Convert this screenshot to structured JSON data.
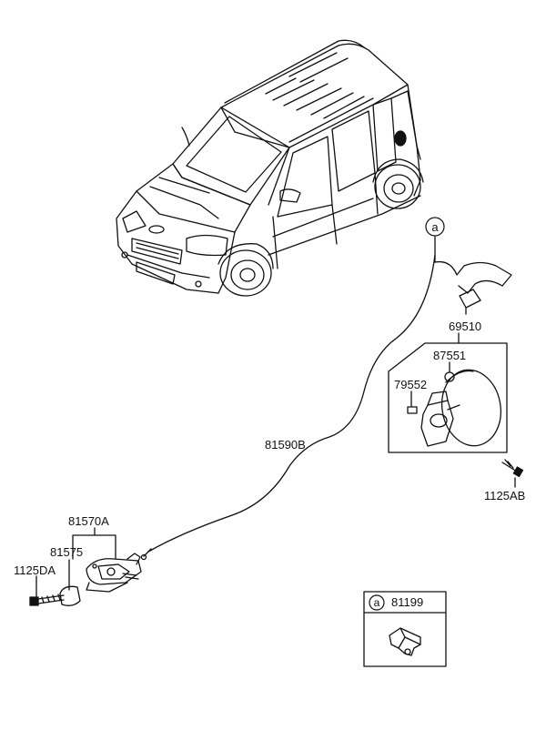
{
  "callout_letter": "a",
  "parts": {
    "fuel_door_assembly": "69510",
    "fuel_door_spring": "87551",
    "fuel_door_bumper": "79552",
    "fuel_door_bolt": "1125AB",
    "release_cable": "81590B",
    "release_lever_assembly": "81570A",
    "lever_cover": "81575",
    "lever_bolt": "1125DA",
    "cable_clip": "81199"
  }
}
